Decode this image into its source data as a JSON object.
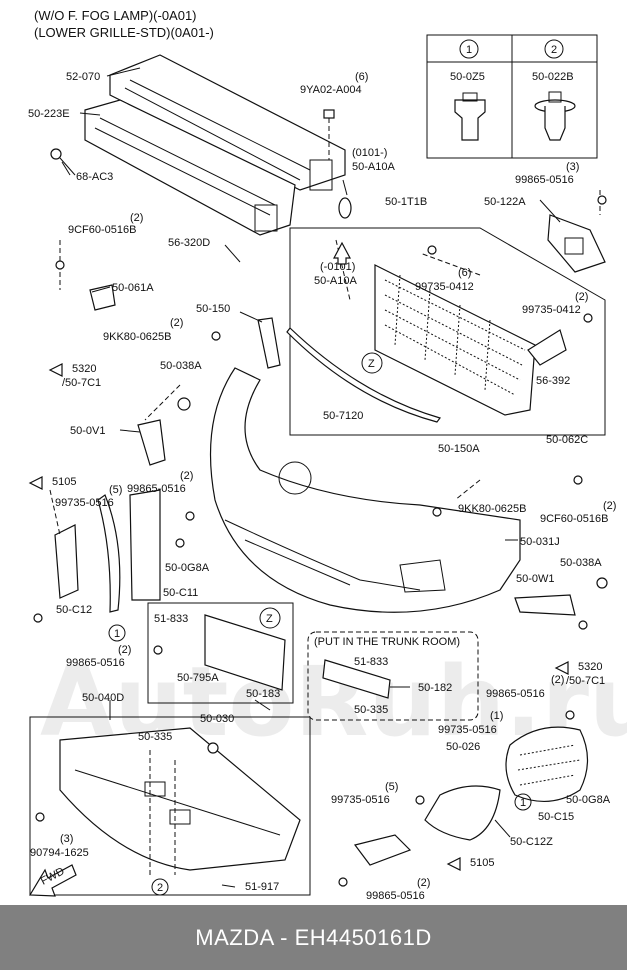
{
  "title": {
    "line1": "(W/O F. FOG LAMP)(-0A01)",
    "line2": "(LOWER GRILLE-STD)(0A01-)"
  },
  "legend": {
    "col1": {
      "mark": "1",
      "part": "50-0Z5"
    },
    "col2": {
      "mark": "2",
      "part": "50-022B"
    }
  },
  "labels": {
    "l_52_070": "52-070",
    "l_50_223e": "50-223E",
    "l_68_ac3": "68-AC3",
    "l_9ya02_qty": "(6)",
    "l_9ya02": "9YA02-A004",
    "l_0101_top": "(0101-)",
    "l_50_a10a_top": "50-A10A",
    "l_50_1t1b": "50-1T1B",
    "l_99865_qty_top": "(3)",
    "l_99865_top": "99865-0516",
    "l_50_122a": "50-122A",
    "l_9cf60_qty": "(2)",
    "l_9cf60": "9CF60-0516B",
    "l_56_320d": "56-320D",
    "l_0101_mid": "(-0101)",
    "l_50_a10a_mid": "50-A10A",
    "l_99735_qty_a": "(6)",
    "l_99735_a": "99735-0412",
    "l_50_061a": "50-061A",
    "l_99735_qty_b": "(2)",
    "l_99735_b": "99735-0412",
    "l_50_150": "50-150",
    "l_9kk80_qty": "(2)",
    "l_9kk80": "9KK80-0625B",
    "l_z1": "Z",
    "l_56_392": "56-392",
    "l_5320_a": "5320",
    "l_50_7c1_a": "/50-7C1",
    "l_50_038a_a": "50-038A",
    "l_50_7120": "50-7120",
    "l_50_0v1": "50-0V1",
    "l_50_150a": "50-150A",
    "l_50_062c": "50-062C",
    "l_5105_a": "5105",
    "l_99865_qty_mid": "(2)",
    "l_99865_mid": "99865-0516",
    "l_99735_qty_c": "(5)",
    "l_99735_c": "99735-0516",
    "l_9kk80_b": "9KK80-0625B",
    "l_9cf60_qty_b": "(2)",
    "l_9cf60_b": "9CF60-0516B",
    "l_50_031j": "50-031J",
    "l_50_0g8a_a": "50-0G8A",
    "l_50_c11": "50-C11",
    "l_50_038a_b": "50-038A",
    "l_50_0w1": "50-0W1",
    "l_50_c12": "50-C12",
    "l_51_833_a": "51-833",
    "l_z2": "Z",
    "l_50_795a": "50-795A",
    "l_50_183": "50-183",
    "l_trunk": "(PUT IN THE TRUNK ROOM)",
    "l_51_833_b": "51-833",
    "l_50_182": "50-182",
    "l_50_335_a": "50-335",
    "l_5320_b": "5320",
    "l_50_7c1_b": "/50-7C1",
    "l_99865_qty_low": "(2)",
    "l_99865_low": "99865-0516",
    "l_99865_qty_left": "(2)",
    "l_99865_left": "99865-0516",
    "l_50_040d": "50-040D",
    "l_50_030": "50-030",
    "l_99735_qty_d": "(1)",
    "l_99735_d": "99735-0516",
    "l_50_026": "50-026",
    "l_50_335_b": "50-335",
    "l_99735_qty_e": "(5)",
    "l_99735_e": "99735-0516",
    "l_50_0g8a_b": "50-0G8A",
    "l_50_c15": "50-C15",
    "l_50_c12z": "50-C12Z",
    "l_90794_qty": "(3)",
    "l_90794": "90794-1625",
    "l_5105_b": "5105",
    "l_99865_qty_bot": "(2)",
    "l_99865_bot": "99865-0516",
    "l_51_917": "51-917",
    "l_fwd": "FWD",
    "c1_a": "1",
    "c1_b": "1",
    "c2_a": "2"
  },
  "watermark": "AutoRuh.ru",
  "footer": "MAZDA - EH4450161D"
}
